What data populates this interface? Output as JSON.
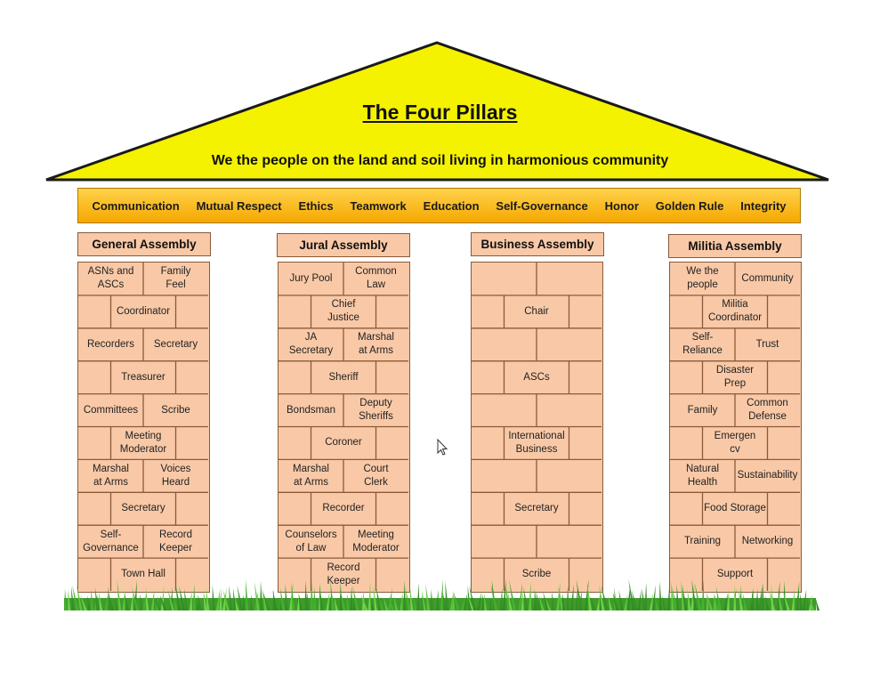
{
  "roof": {
    "title": "The Four Pillars",
    "subtitle": "We the people on the land and soil living in harmonious community"
  },
  "values": [
    "Communication",
    "Mutual Respect",
    "Ethics",
    "Teamwork",
    "Education",
    "Self-Governance",
    "Honor",
    "Golden Rule",
    "Integrity"
  ],
  "pillars": [
    {
      "name": "General Assembly",
      "rows": [
        [
          "ASNs and\nASCs",
          "Family\nFeel"
        ],
        [
          "Coordinator"
        ],
        [
          "Recorders",
          "Secretary"
        ],
        [
          "Treasurer"
        ],
        [
          "Committees",
          "Scribe"
        ],
        [
          "Meeting\nModerator"
        ],
        [
          "Marshal\nat Arms",
          "Voices\nHeard"
        ],
        [
          "Secretary"
        ],
        [
          "Self-\nGovernance",
          "Record\nKeeper"
        ],
        [
          "Town Hall"
        ]
      ]
    },
    {
      "name": "Jural Assembly",
      "rows": [
        [
          "Jury Pool",
          "Common\nLaw"
        ],
        [
          "Chief\nJustice"
        ],
        [
          "JA\nSecretary",
          "Marshal\nat Arms"
        ],
        [
          "Sheriff"
        ],
        [
          "Bondsman",
          "Deputy\nSheriffs"
        ],
        [
          "Coroner"
        ],
        [
          "Marshal\nat Arms",
          "Court\nClerk"
        ],
        [
          "Recorder"
        ],
        [
          "Counselors\nof Law",
          "Meeting\nModerator"
        ],
        [
          "Record\nKeeper"
        ]
      ]
    },
    {
      "name": "Business Assembly",
      "rows": [
        [
          "",
          ""
        ],
        [
          "Chair"
        ],
        [
          "",
          ""
        ],
        [
          "ASCs"
        ],
        [
          "",
          ""
        ],
        [
          "International\nBusiness"
        ],
        [
          "",
          ""
        ],
        [
          "Secretary"
        ],
        [
          "",
          ""
        ],
        [
          "Scribe"
        ]
      ]
    },
    {
      "name": "Militia Assembly",
      "rows": [
        [
          "We the\npeople",
          "Community"
        ],
        [
          "Militia\nCoordinator"
        ],
        [
          "Self-\nReliance",
          "Trust"
        ],
        [
          "Disaster\nPrep"
        ],
        [
          "Family",
          "Common\nDefense"
        ],
        [
          "Emergen\ncv"
        ],
        [
          "Natural\nHealth",
          "Sustainability"
        ],
        [
          "Food Storage"
        ],
        [
          "Training",
          "Networking"
        ],
        [
          "Support"
        ]
      ]
    }
  ],
  "colors": {
    "roof_fill": "#f5f200",
    "bar_fill": "#f9b400",
    "brick_fill": "#f9c9a7",
    "mortar": "#8a5a3a",
    "grass": "#3aa72a"
  }
}
